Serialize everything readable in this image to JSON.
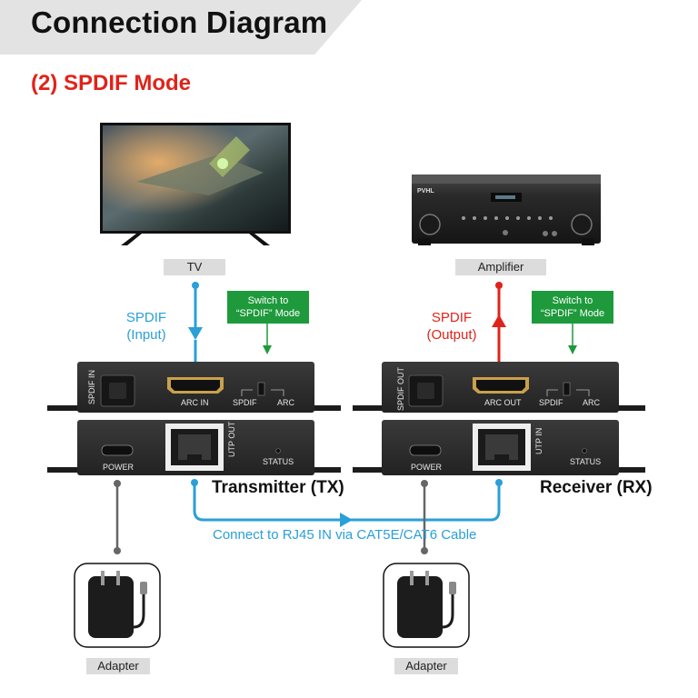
{
  "header": {
    "title": "Connection Diagram",
    "subtitle": "(2) SPDIF Mode"
  },
  "colors": {
    "banner_bg": "#e3e3e3",
    "title_red": "#e0231a",
    "signal_blue": "#2a9fd8",
    "switch_green": "#1e9a3c",
    "device_body": "#2b2b2b",
    "label_bg": "#dcdcdc"
  },
  "source": {
    "device": "TV",
    "signal_label_line1": "SPDIF",
    "signal_label_line2": "(Input)"
  },
  "sink": {
    "device": "Amplifier",
    "signal_label_line1": "SPDIF",
    "signal_label_line2": "(Output)"
  },
  "switch_note": {
    "line1": "Switch to",
    "line2": "“SPDIF” Mode"
  },
  "transmitter": {
    "name": "Transmitter (TX)",
    "spdif_port": "SPDIF IN",
    "hdmi_port": "ARC IN",
    "switch_left": "SPDIF",
    "switch_right": "ARC",
    "power_port": "POWER",
    "utp_port": "UTP OUT",
    "status": "STATUS"
  },
  "receiver": {
    "name": "Receiver (RX)",
    "spdif_port": "SPDIF OUT",
    "hdmi_port": "ARC OUT",
    "switch_left": "SPDIF",
    "switch_right": "ARC",
    "power_port": "POWER",
    "utp_port": "UTP IN",
    "status": "STATUS"
  },
  "cable": {
    "label": "Connect to RJ45 IN via CAT5E/CAT6 Cable"
  },
  "adapters": {
    "left_label": "Adapter",
    "right_label": "Adapter"
  },
  "amplifier_brand": "PVHL"
}
